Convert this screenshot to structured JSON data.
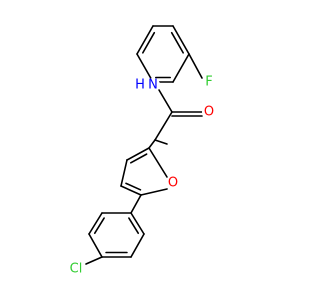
{
  "atoms": {
    "n": {
      "label": "N",
      "color": "#0000ff"
    },
    "h": {
      "label": "H",
      "color": "#0000ff"
    },
    "o_carbonyl": {
      "label": "O",
      "color": "#ff0000"
    },
    "o_furan": {
      "label": "O",
      "color": "#ff0000"
    },
    "f": {
      "label": "F",
      "color": "#32cd32"
    },
    "cl": {
      "label": "Cl",
      "color": "#32cd32"
    }
  }
}
